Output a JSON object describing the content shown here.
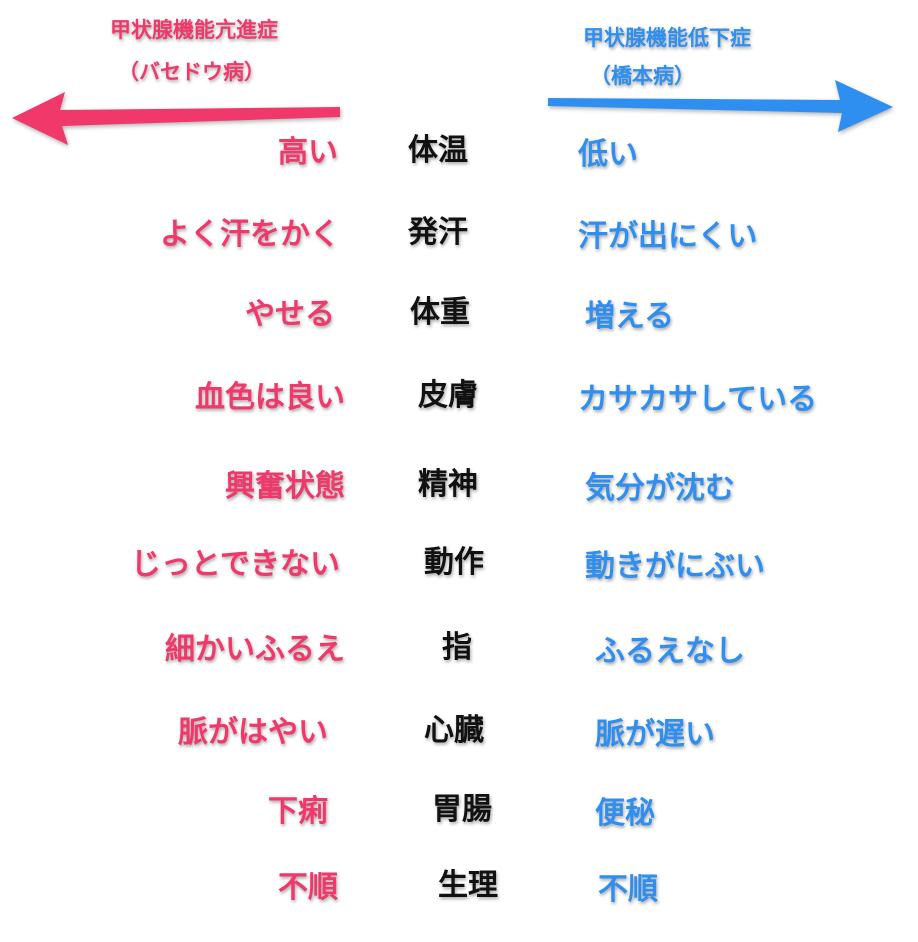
{
  "left_header": {
    "title": "甲状腺機能亢進症",
    "subtitle": "（バセドウ病）"
  },
  "right_header": {
    "title": "甲状腺機能低下症",
    "subtitle": "（橋本病）"
  },
  "colors": {
    "hyper": "#f0386b",
    "hypo": "#2f8ff0"
  },
  "rows": [
    {
      "hyper": "高い",
      "category": "体温",
      "hypo": "低い"
    },
    {
      "hyper": "よく汗をかく",
      "category": "発汗",
      "hypo": "汗が出にくい"
    },
    {
      "hyper": "やせる",
      "category": "体重",
      "hypo": "増える"
    },
    {
      "hyper": "血色は良い",
      "category": "皮膚",
      "hypo": "カサカサしている"
    },
    {
      "hyper": "興奮状態",
      "category": "精神",
      "hypo": "気分が沈む"
    },
    {
      "hyper": "じっとできない",
      "category": "動作",
      "hypo": "動きがにぶい"
    },
    {
      "hyper": "細かいふるえ",
      "category": "指",
      "hypo": "ふるえなし"
    },
    {
      "hyper": "脈がはやい",
      "category": "心臓",
      "hypo": "脈が遅い"
    },
    {
      "hyper": "下痢",
      "category": "胃腸",
      "hypo": "便秘"
    },
    {
      "hyper": "不順",
      "category": "生理",
      "hypo": "不順"
    }
  ]
}
